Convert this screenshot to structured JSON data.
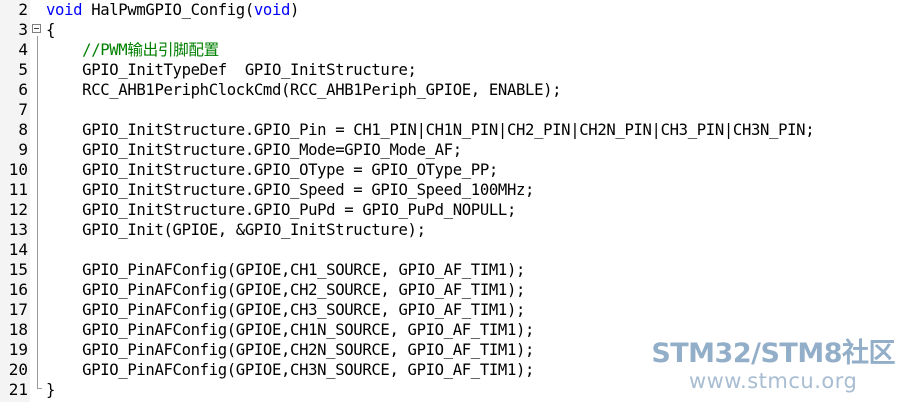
{
  "editor": {
    "lines": [
      {
        "n": "2",
        "segments": [
          {
            "t": "void",
            "c": "kw"
          },
          {
            "t": " HalPwmGPIO_Config(",
            "c": ""
          },
          {
            "t": "void",
            "c": "kw"
          },
          {
            "t": ")",
            "c": ""
          }
        ]
      },
      {
        "n": "3",
        "segments": [
          {
            "t": "{",
            "c": ""
          }
        ]
      },
      {
        "n": "4",
        "segments": [
          {
            "t": "    //PWM输出引脚配置",
            "c": "cm"
          }
        ]
      },
      {
        "n": "5",
        "segments": [
          {
            "t": "    GPIO_InitTypeDef  GPIO_InitStructure;",
            "c": ""
          }
        ]
      },
      {
        "n": "6",
        "segments": [
          {
            "t": "    RCC_AHB1PeriphClockCmd(RCC_AHB1Periph_GPIOE, ENABLE);",
            "c": ""
          }
        ]
      },
      {
        "n": "7",
        "segments": []
      },
      {
        "n": "8",
        "segments": [
          {
            "t": "    GPIO_InitStructure.GPIO_Pin = CH1_PIN|CH1N_PIN|CH2_PIN|CH2N_PIN|CH3_PIN|CH3N_PIN;",
            "c": ""
          }
        ]
      },
      {
        "n": "9",
        "segments": [
          {
            "t": "    GPIO_InitStructure.GPIO_Mode=GPIO_Mode_AF;",
            "c": ""
          }
        ]
      },
      {
        "n": "10",
        "segments": [
          {
            "t": "    GPIO_InitStructure.GPIO_OType = GPIO_OType_PP;",
            "c": ""
          }
        ]
      },
      {
        "n": "11",
        "segments": [
          {
            "t": "    GPIO_InitStructure.GPIO_Speed = GPIO_Speed_100MHz;",
            "c": ""
          }
        ]
      },
      {
        "n": "12",
        "segments": [
          {
            "t": "    GPIO_InitStructure.GPIO_PuPd = GPIO_PuPd_NOPULL;",
            "c": ""
          }
        ]
      },
      {
        "n": "13",
        "segments": [
          {
            "t": "    GPIO_Init(GPIOE, &GPIO_InitStructure);",
            "c": ""
          }
        ]
      },
      {
        "n": "14",
        "segments": []
      },
      {
        "n": "15",
        "segments": [
          {
            "t": "    GPIO_PinAFConfig(GPIOE,CH1_SOURCE, GPIO_AF_TIM1);",
            "c": ""
          }
        ]
      },
      {
        "n": "16",
        "segments": [
          {
            "t": "    GPIO_PinAFConfig(GPIOE,CH2_SOURCE, GPIO_AF_TIM1);",
            "c": ""
          }
        ]
      },
      {
        "n": "17",
        "segments": [
          {
            "t": "    GPIO_PinAFConfig(GPIOE,CH3_SOURCE, GPIO_AF_TIM1);",
            "c": ""
          }
        ]
      },
      {
        "n": "18",
        "segments": [
          {
            "t": "    GPIO_PinAFConfig(GPIOE,CH1N_SOURCE, GPIO_AF_TIM1);",
            "c": ""
          }
        ]
      },
      {
        "n": "19",
        "segments": [
          {
            "t": "    GPIO_PinAFConfig(GPIOE,CH2N_SOURCE, GPIO_AF_TIM1);",
            "c": ""
          }
        ]
      },
      {
        "n": "20",
        "segments": [
          {
            "t": "    GPIO_PinAFConfig(GPIOE,CH3N_SOURCE, GPIO_AF_TIM1);",
            "c": ""
          }
        ]
      },
      {
        "n": "21",
        "segments": [
          {
            "t": "}",
            "c": ""
          }
        ]
      }
    ]
  },
  "watermark": {
    "title": "STM32/STM8社区",
    "url": "www.stmcu.org"
  },
  "colors": {
    "keyword": "#0000ff",
    "comment": "#008000",
    "text": "#000000",
    "gutter": "#f4f4f4",
    "watermark": "#93aec8"
  },
  "icons": {
    "fold_toggle": "minus-box-icon"
  }
}
